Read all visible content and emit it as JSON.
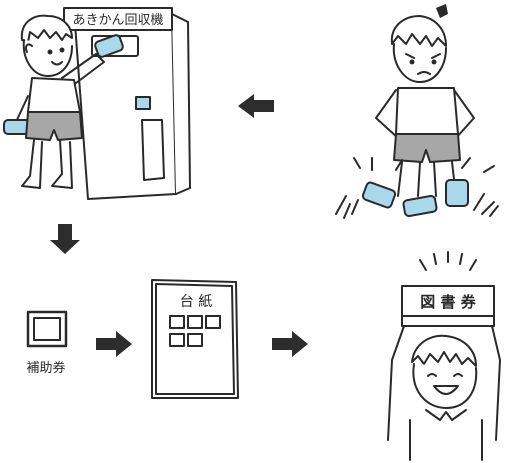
{
  "labels": {
    "machine_sign": "あきかん回収機",
    "coupon_caption": "補助券",
    "board_title": "台 紙",
    "book_voucher": "図 書 券"
  },
  "colors": {
    "can_blue": "#a9d8ea",
    "shorts_gray": "#a7a7a7",
    "ink": "#2a2a2a",
    "arrow": "#2d2d2d"
  },
  "icons": [
    "anger-mark-icon",
    "arrow-left-icon",
    "arrow-down-icon",
    "arrow-right-icon",
    "sparkle-lines-icon"
  ]
}
